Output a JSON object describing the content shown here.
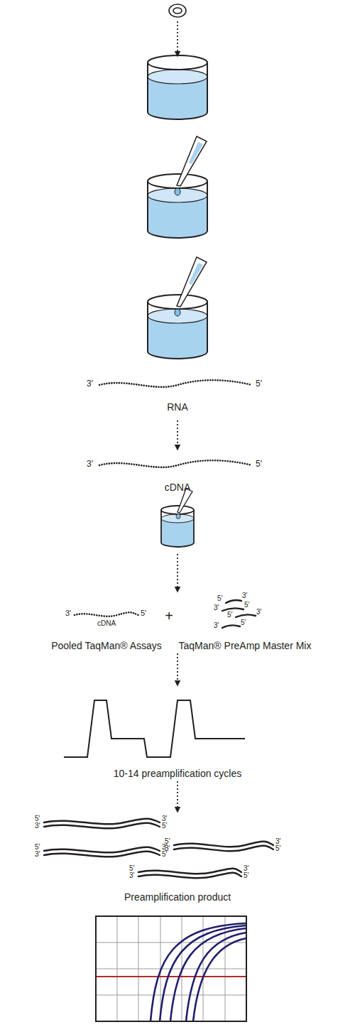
{
  "diagram": {
    "labels": [
      "3′",
      "5′",
      "RNA",
      "3′",
      "5′",
      "cDNA",
      "3′",
      "5′",
      "cDNA",
      "+",
      "Pooled TaqMan® Assays",
      "5′",
      "3′",
      "3′",
      "5′",
      "5′",
      "3′",
      "3′",
      "5′",
      "TaqMan® PreAmp Master Mix",
      "10-14 preamplification cycles",
      "5′",
      "3′",
      "3′",
      "5′",
      "5′",
      "3′",
      "3′",
      "5′",
      "5′",
      "3′",
      "3′",
      "5′",
      "5′",
      "3′",
      "3′",
      "5′",
      "Preamplification product"
    ]
  }
}
